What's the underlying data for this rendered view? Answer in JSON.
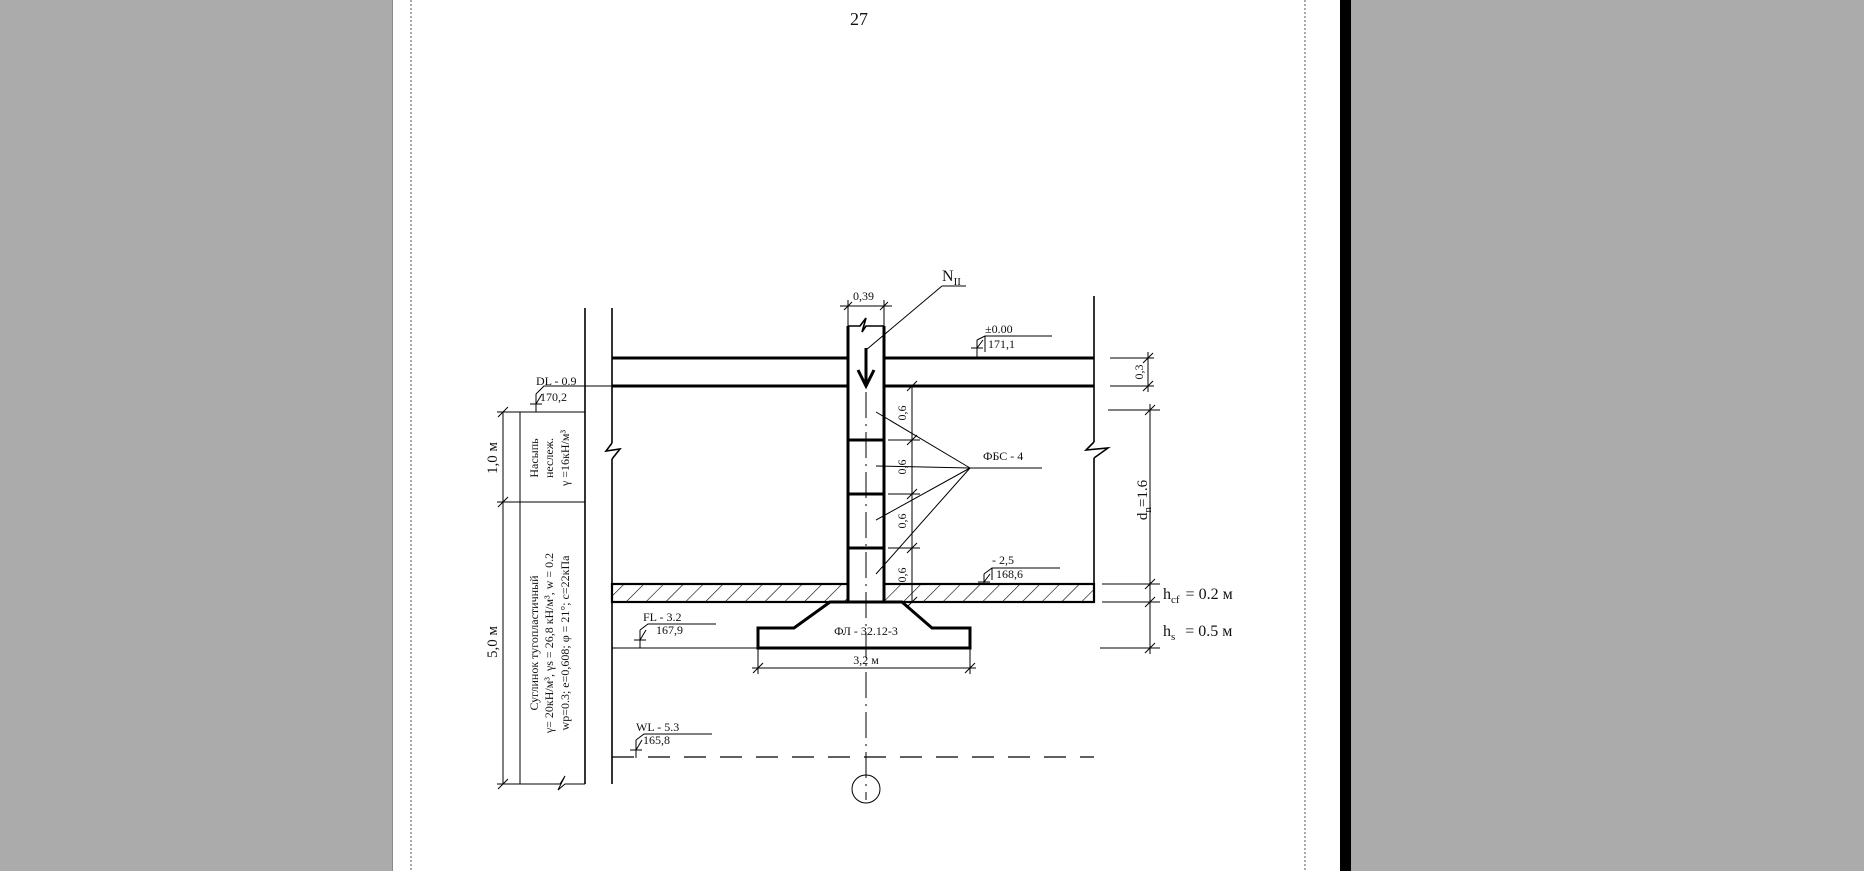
{
  "page": {
    "number": "27"
  },
  "labels": {
    "col_width": "0,39",
    "load": "N",
    "load_sub": "II",
    "ground_mark": "±0.00",
    "ground_abs": "171,1",
    "slab_thk": "0,3",
    "dl_mark": "DL - 0.9",
    "dl_abs": "170,2",
    "block_h1": "0,6",
    "block_h2": "0,6",
    "block_h3": "0,6",
    "block_h4": "0,6",
    "fbs": "ФБС - 4",
    "depth_dn": "d",
    "depth_dn_sub": "n",
    "depth_dn_val": "=1.6",
    "floor_mark": "- 2,5",
    "floor_abs": "168,6",
    "hcf_h": "h",
    "hcf_sub": "cf",
    "hcf_val": "= 0.2 м",
    "hs_h": "h",
    "hs_sub": "s",
    "hs_val": "= 0.5 м",
    "fl_mark": "FL - 3.2",
    "fl_abs": "167,9",
    "footing": "ФЛ - 32.12-3",
    "footing_width": "3,2 м",
    "wl_mark": "WL - 5.3",
    "wl_abs": "165,8",
    "layer1_thk": "1,0 м",
    "layer2_thk": "5,0 м"
  },
  "soil": {
    "layer1": {
      "line1": "Насыпь",
      "line2": "неслеж.",
      "line3": "γ =16кН/м³"
    },
    "layer2": {
      "line1": "Суглинок тугопластичный",
      "line2": "γ= 20кН/м³, γs = 26,8 кН/м³, w = 0.2",
      "line3": "wp=0.3; e=0,608; φ = 21°; c=22кПа"
    }
  }
}
